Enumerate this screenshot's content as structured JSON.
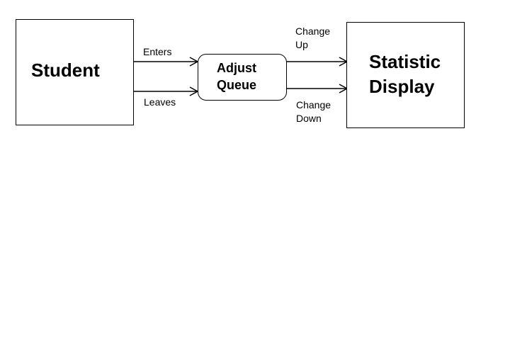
{
  "nodes": {
    "student": {
      "label": "Student"
    },
    "adjust_queue": {
      "line1": "Adjust",
      "line2": "Queue"
    },
    "statistic_display": {
      "line1": "Statistic",
      "line2": "Display"
    }
  },
  "edges": {
    "enters": {
      "label": "Enters"
    },
    "leaves": {
      "label": "Leaves"
    },
    "change_up": {
      "line1": "Change",
      "line2": "Up"
    },
    "change_down": {
      "line1": "Change",
      "line2": "Down"
    }
  },
  "colors": {
    "line": "#000000",
    "background": "#ffffff"
  }
}
